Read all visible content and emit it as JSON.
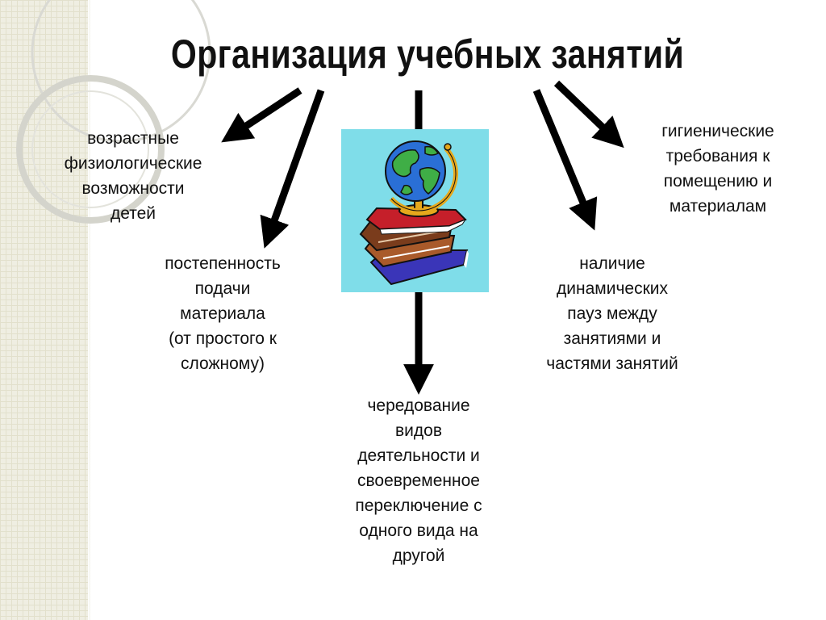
{
  "slide": {
    "title": "Организация учебных занятий",
    "accent_color": "#000000",
    "picture_bg": "#7fdde9",
    "icons": [
      "globe-icon",
      "book-stack-icon"
    ]
  },
  "nodes": {
    "age_capabilities": "возрастные\nфизиологические\nвозможности\nдетей",
    "gradual_delivery": "постепенность\nподачи\nматериала\n(от простого к\nсложному)",
    "activity_alternation": "чередование\nвидов\nдеятельности и\nсвоевременное\nпереключение с\nодного вида на\nдругой",
    "dynamic_pauses": "наличие\nдинамических\nпауз между\nзанятиями и\nчастями занятий",
    "hygiene_requirements": "гигиенические\nтребования к\nпомещению и\nматериалам"
  }
}
